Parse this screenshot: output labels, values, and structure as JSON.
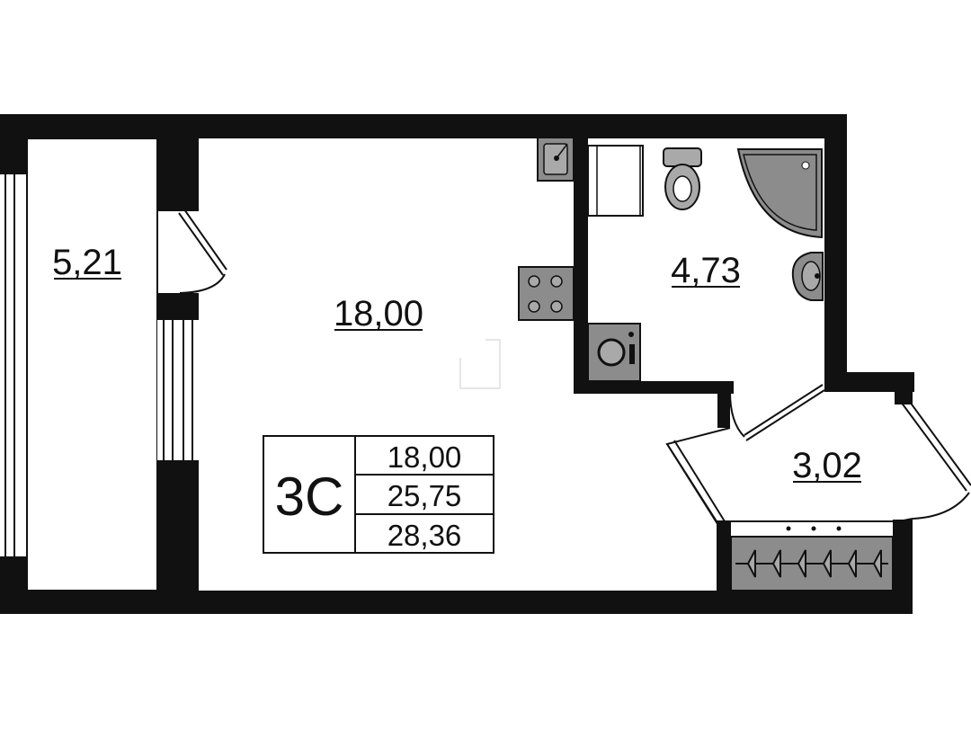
{
  "rooms": {
    "balcony_area": "5,21",
    "living_area": "18,00",
    "bathroom_area": "4,73",
    "hall_area": "3,02"
  },
  "summary_table": {
    "type_code": "3С",
    "rows": [
      "18,00",
      "25,75",
      "28,36"
    ]
  },
  "colors": {
    "wall": "#111111",
    "fixture_fill": "#8c8c8c",
    "fixture_light": "#a9a9a9",
    "background": "#ffffff"
  }
}
